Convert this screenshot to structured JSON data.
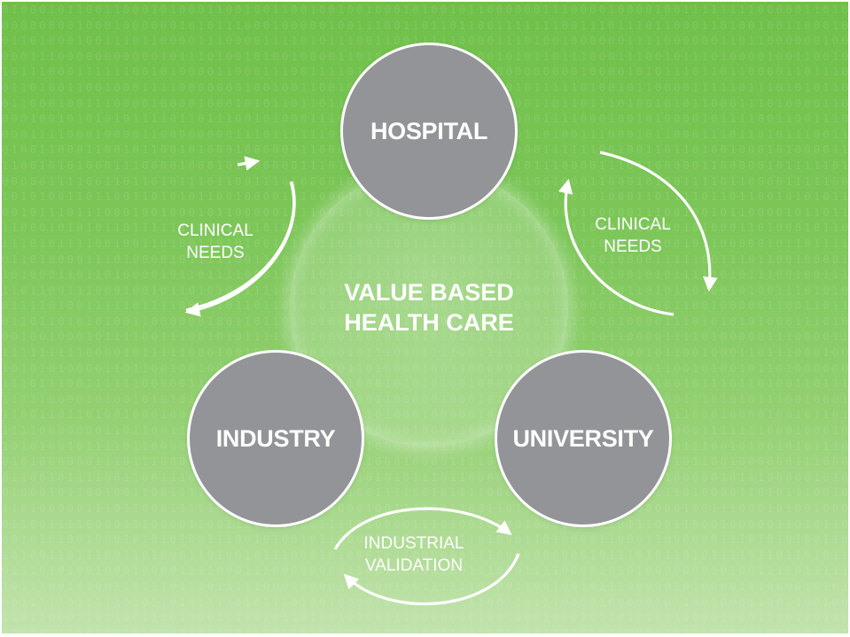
{
  "diagram": {
    "center": {
      "label": "VALUE BASED\nHEALTH CARE"
    },
    "nodes": {
      "hospital": "HOSPITAL",
      "industry": "INDUSTRY",
      "university": "UNIVERSITY"
    },
    "flows": {
      "left": "CLINICAL\nNEEDS",
      "right": "CLINICAL\nNEEDS",
      "bottom": "INDUSTRIAL\nVALIDATION"
    }
  },
  "colors": {
    "background_top": "#6fc04a",
    "background_bottom": "#c2e3ad",
    "node_fill": "#939498",
    "outline": "#ffffff"
  }
}
